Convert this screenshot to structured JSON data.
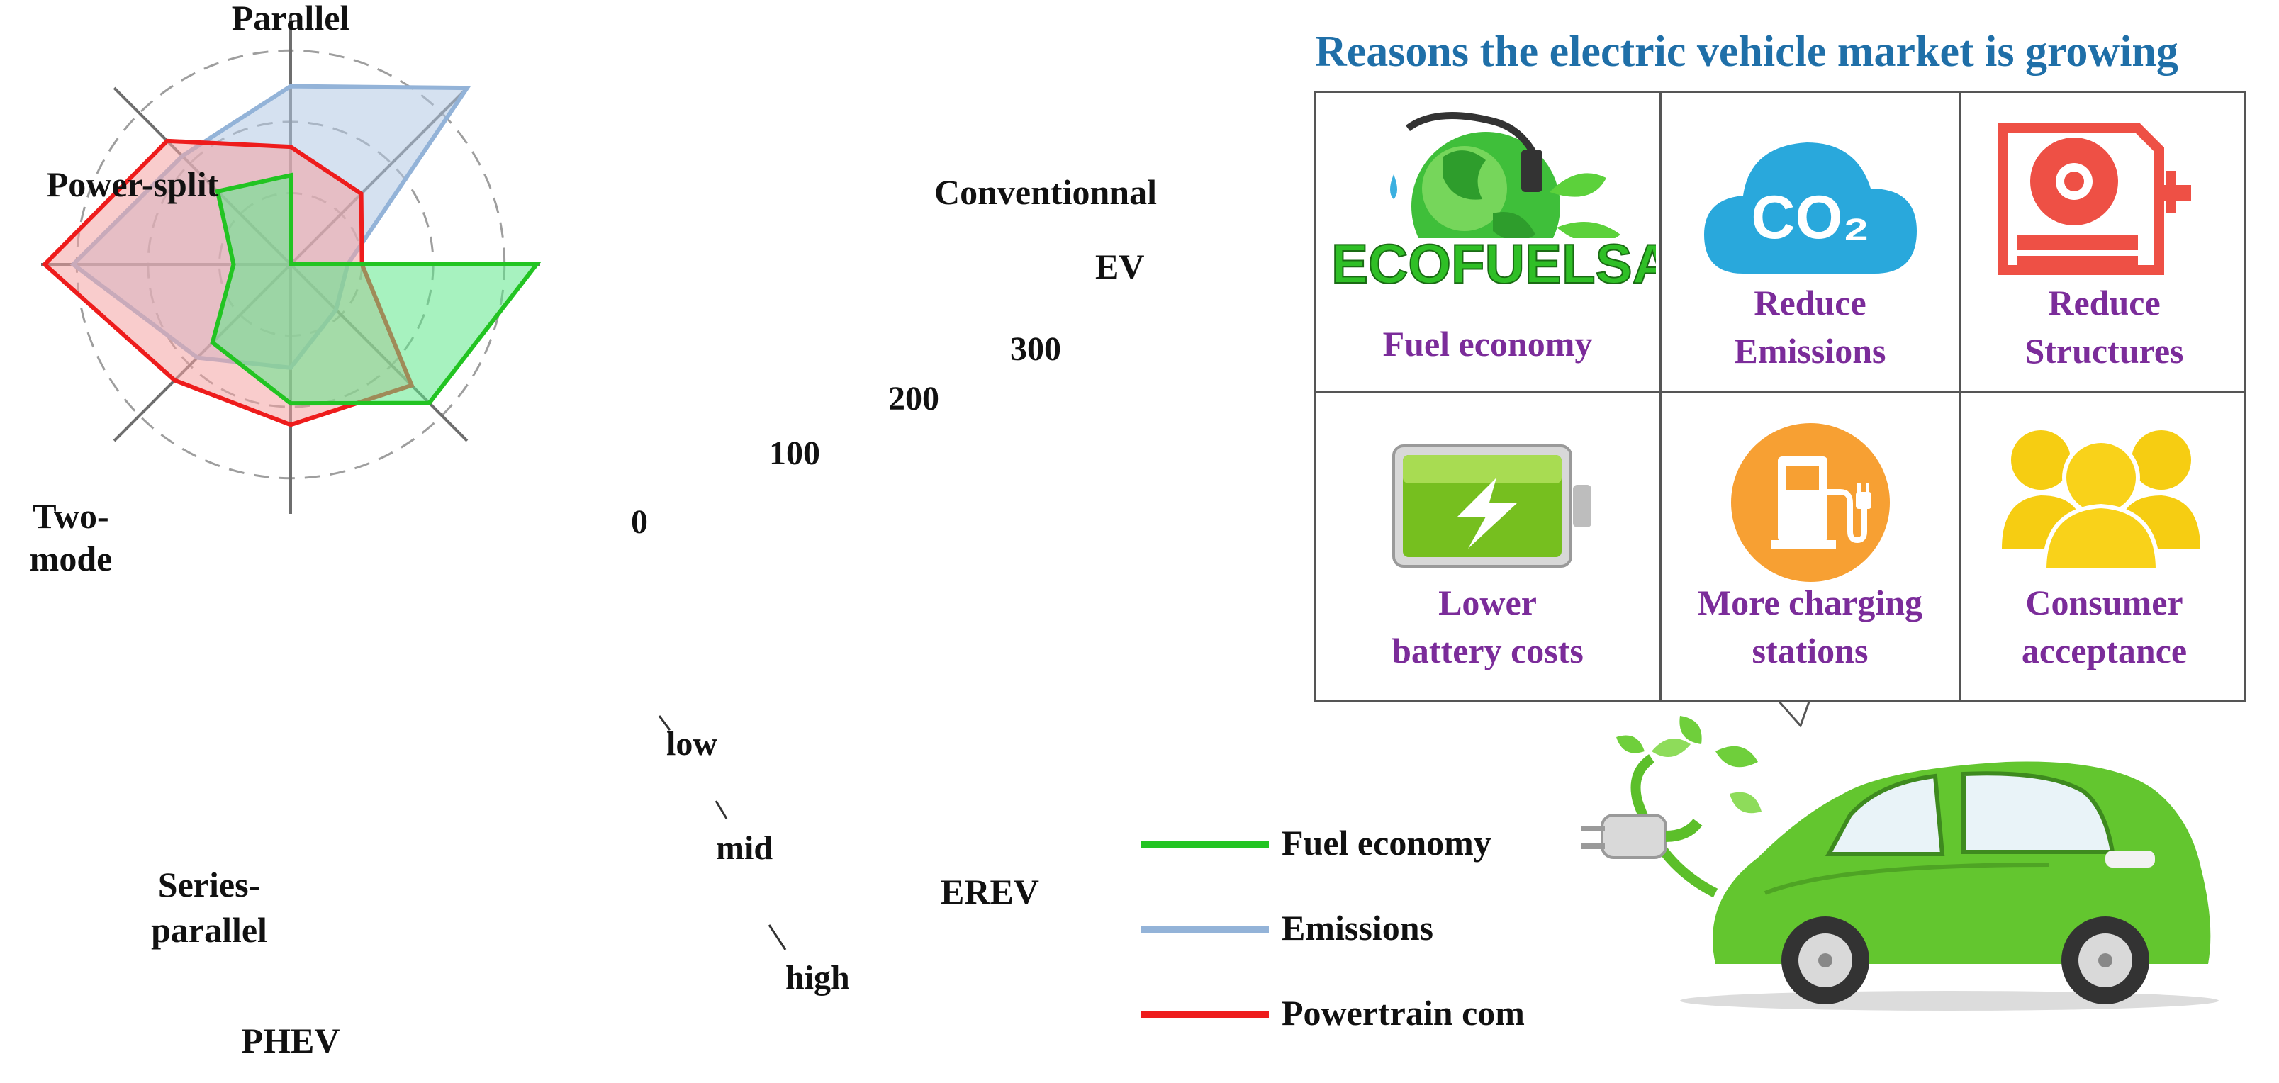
{
  "chart_data": {
    "type": "radar",
    "axes": [
      "Parallel",
      "Conventionnal",
      "EV",
      "EREV",
      "PHEV",
      "Series-\nparallel",
      "Two-\nmode",
      "Power-split"
    ],
    "ring_values": [
      {
        "value": 0,
        "label": "0"
      },
      {
        "value": 100,
        "label": "100"
      },
      {
        "value": 200,
        "label": "200"
      },
      {
        "value": 300,
        "label": "300"
      }
    ],
    "ring_categories": [
      "low",
      "mid",
      "high"
    ],
    "rmax": 350,
    "series": [
      {
        "name": "Fuel economy",
        "color": "#22c422",
        "fill": "#5ee88a",
        "values": [
          125,
          0,
          345,
          275,
          195,
          155,
          80,
          145
        ]
      },
      {
        "name": "Emissions",
        "color": "#93b3d8",
        "fill": "#b3c8e3",
        "values": [
          250,
          350,
          80,
          90,
          145,
          185,
          305,
          215
        ]
      },
      {
        "name": "Powertrain complexity",
        "color": "#ee1c1c",
        "fill": "#f4a2a2",
        "values": [
          165,
          140,
          100,
          240,
          225,
          230,
          345,
          245
        ]
      }
    ],
    "legend_labels": [
      "Fuel economy",
      "Emissions",
      "Powertrain com"
    ]
  },
  "panel": {
    "title": "Reasons the electric vehicle market is growing",
    "logo_text": "ECOFUELSAVER",
    "co2_text": "CO₂",
    "cells": [
      {
        "label_lines": [
          "Fuel economy"
        ],
        "icon": "eco-fuel-saver-icon"
      },
      {
        "label_lines": [
          "Reduce",
          "Emissions"
        ],
        "icon": "co2-cloud-icon"
      },
      {
        "label_lines": [
          "Reduce",
          "Structures"
        ],
        "icon": "gearbox-icon"
      },
      {
        "label_lines": [
          "Lower",
          "battery costs"
        ],
        "icon": "battery-icon"
      },
      {
        "label_lines": [
          "More charging",
          "stations"
        ],
        "icon": "charging-station-icon"
      },
      {
        "label_lines": [
          "Consumer",
          "acceptance"
        ],
        "icon": "people-icon"
      }
    ]
  },
  "colors": {
    "title_blue": "#1f6fa8",
    "label_purple": "#7b2c9a",
    "car_green": "#63c62f"
  }
}
